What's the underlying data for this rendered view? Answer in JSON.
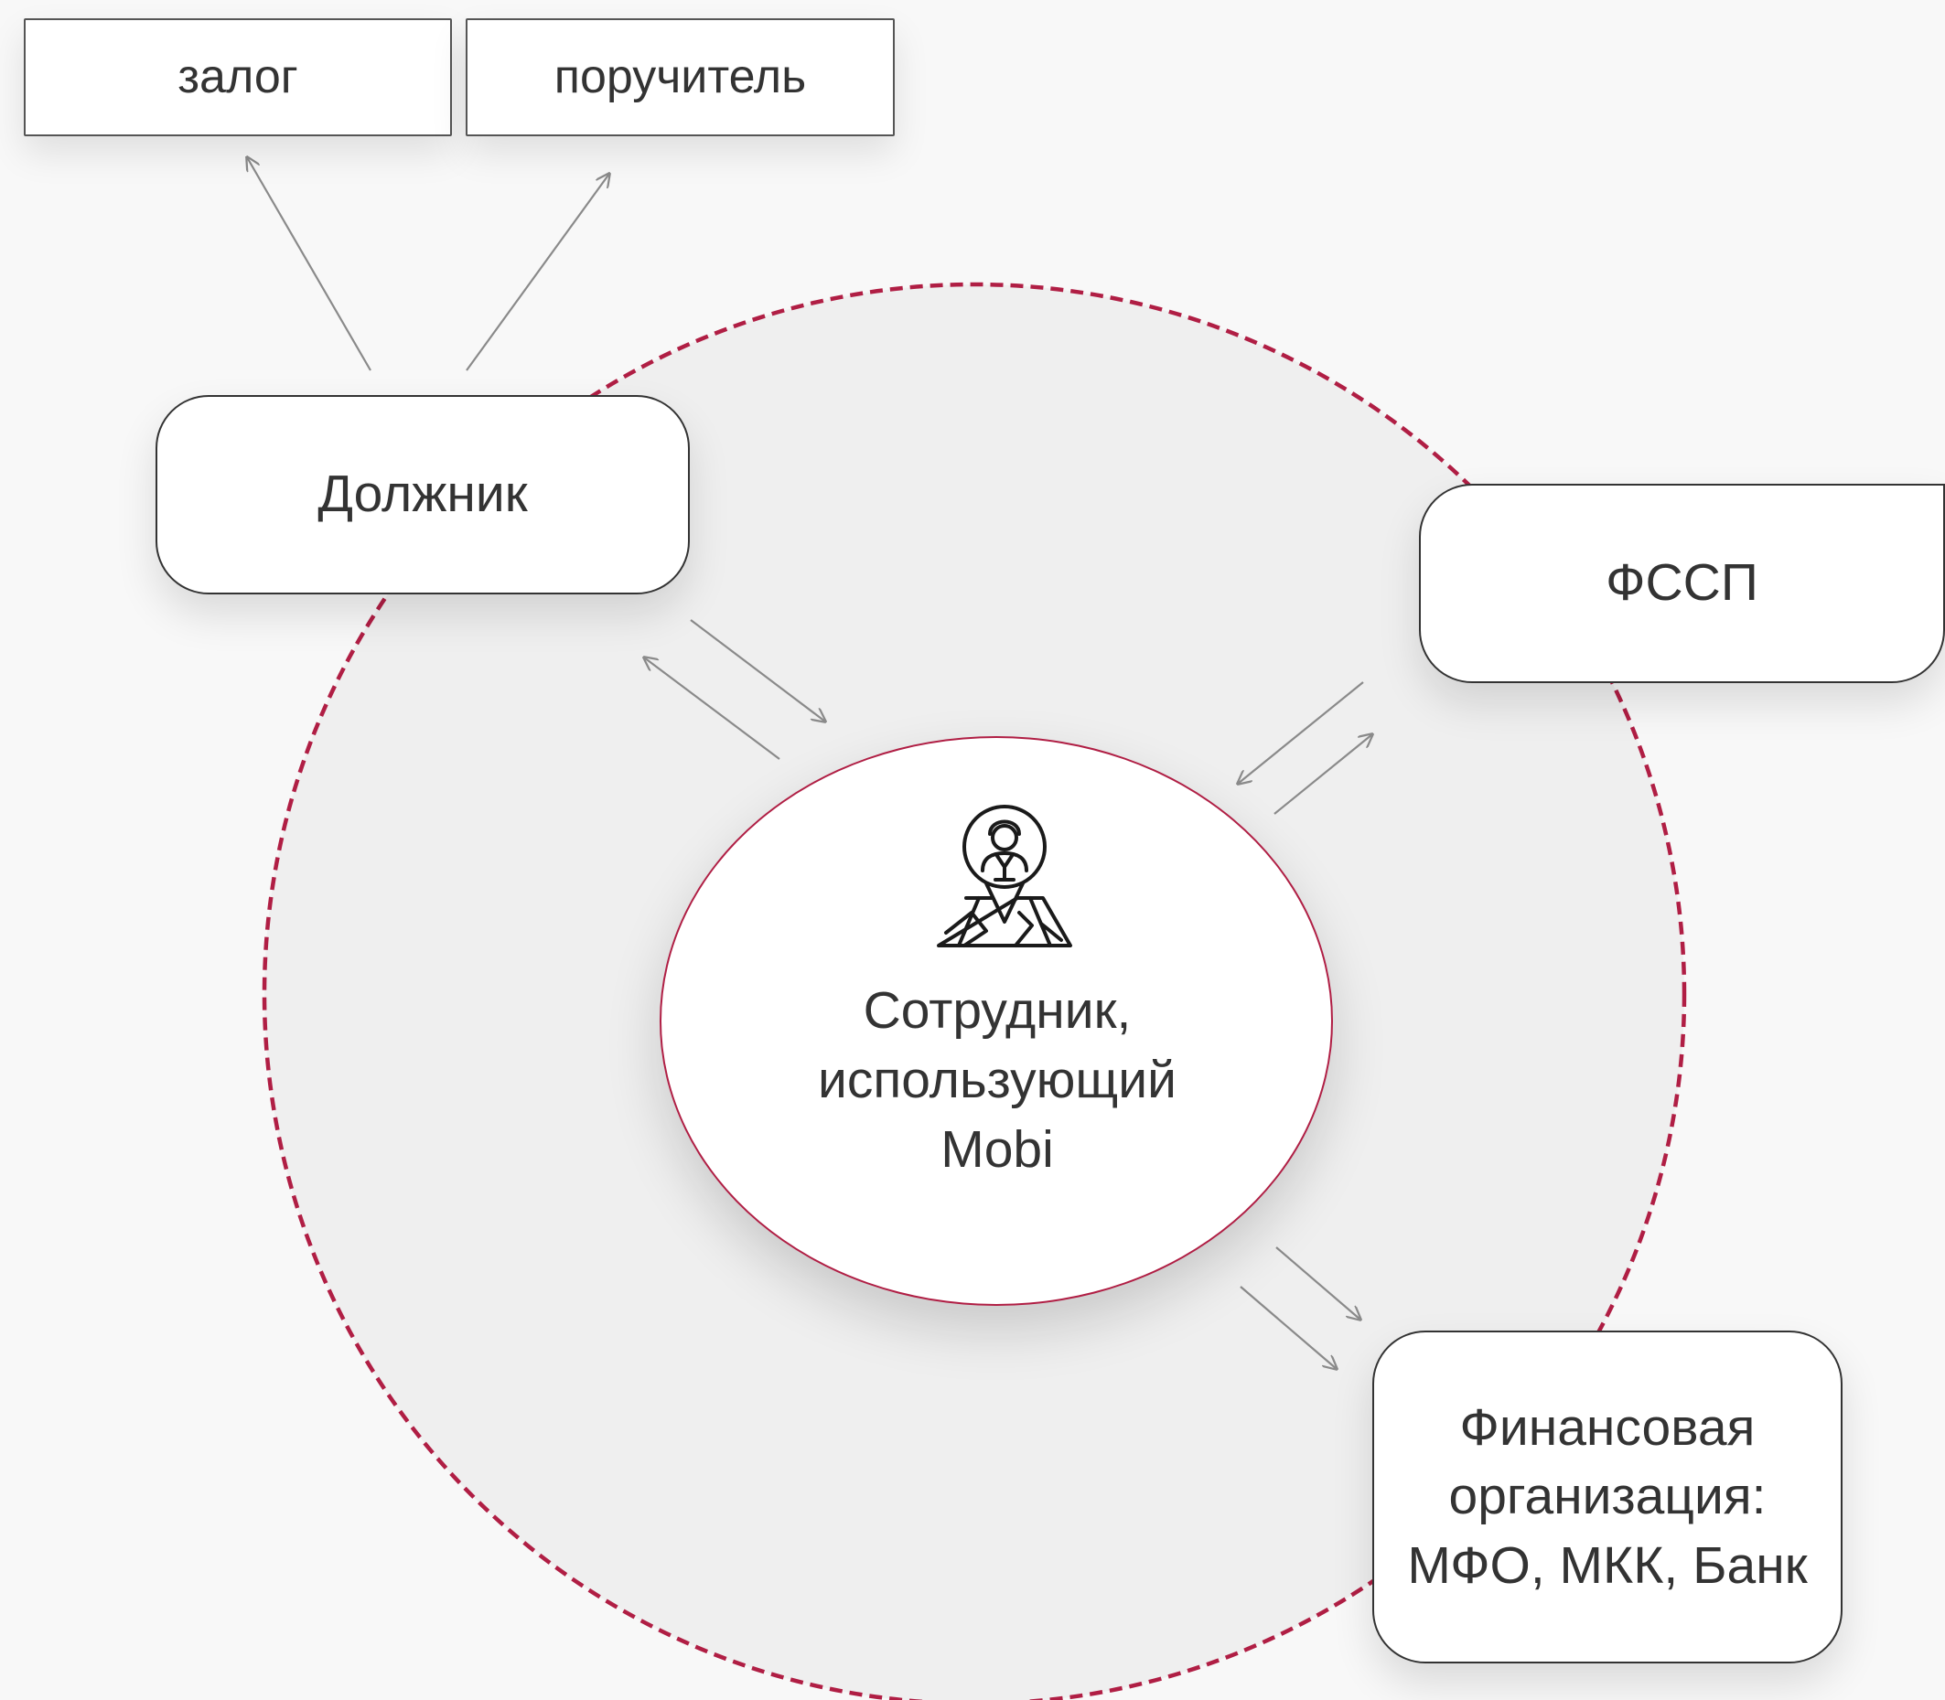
{
  "diagram": {
    "nodes": {
      "collateral": "залог",
      "guarantor": "поручитель",
      "debtor": "Должник",
      "fssp": "ФССП",
      "employee": "Сотрудник,\nиспользующий\nMobi",
      "financial": "Финансовая\nорганизация:\nМФО, МКК, Банк"
    },
    "center_icon": "person-location-map-icon",
    "edges": [
      {
        "from": "Должник",
        "to": "залог",
        "direction": "one-way"
      },
      {
        "from": "Должник",
        "to": "поручитель",
        "direction": "one-way"
      },
      {
        "from": "Должник",
        "to": "Сотрудник, использующий Mobi",
        "direction": "two-way"
      },
      {
        "from": "ФССП",
        "to": "Сотрудник, использующий Mobi",
        "direction": "two-way"
      },
      {
        "from": "Сотрудник, использующий Mobi",
        "to": "Финансовая организация",
        "direction": "one-way"
      }
    ],
    "colors": {
      "accent": "#b01e44",
      "ring_fill": "#efefef",
      "arrow": "#8a8a8a",
      "text": "#333333",
      "background": "#f8f8f8"
    }
  }
}
